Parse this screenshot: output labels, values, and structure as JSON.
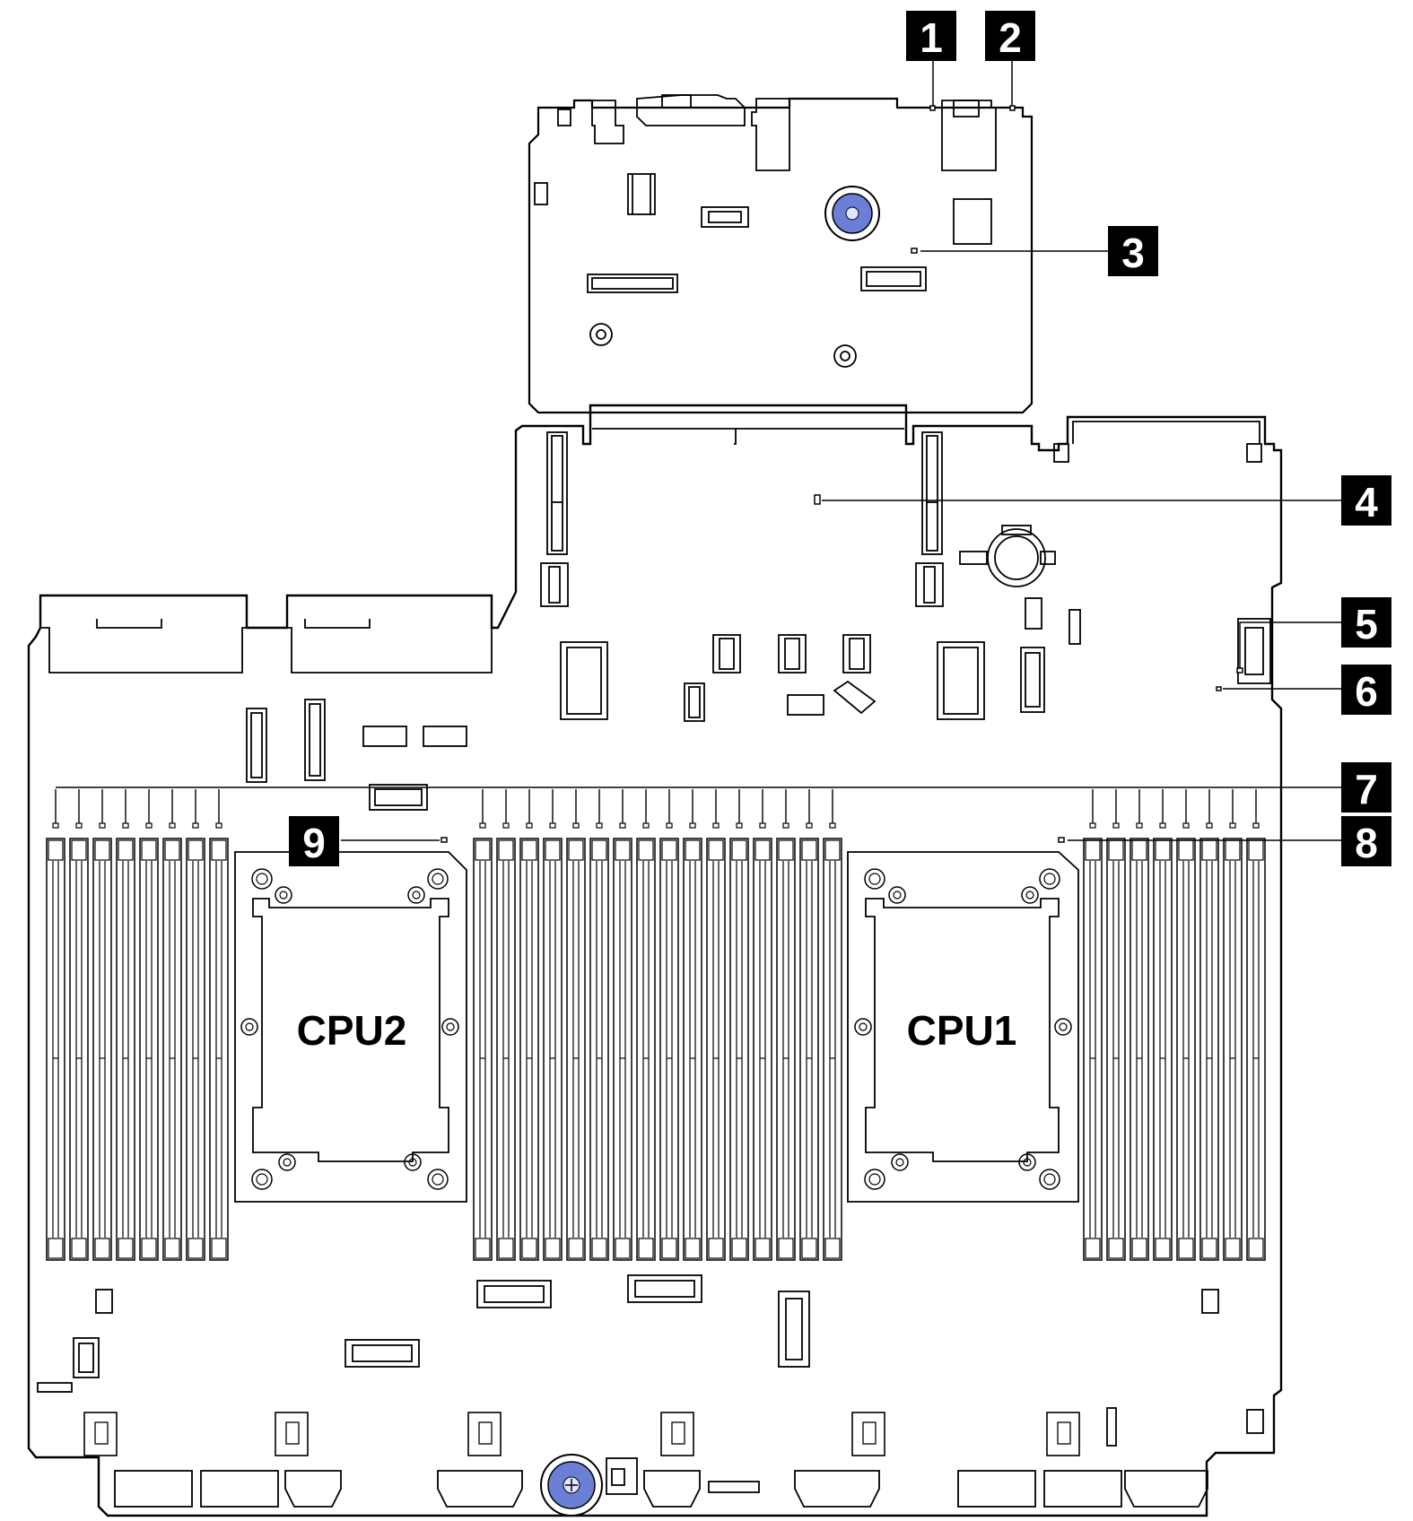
{
  "diagram": {
    "title": "",
    "cpu_labels": {
      "cpu1": "CPU1",
      "cpu2": "CPU2"
    },
    "callouts": [
      "1",
      "2",
      "3",
      "4",
      "5",
      "6",
      "7",
      "8",
      "9"
    ],
    "colors": {
      "line": "#000000",
      "callout_bg": "#000000",
      "callout_text": "#ffffff",
      "screw_accent": "#6b7fd6",
      "board": "#ffffff"
    }
  }
}
